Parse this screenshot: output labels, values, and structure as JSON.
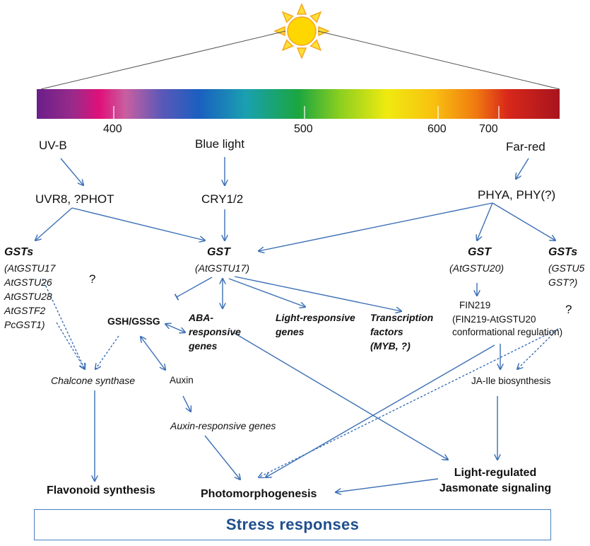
{
  "spectrum": {
    "ticks": [
      "400",
      "500",
      "600",
      "700"
    ]
  },
  "light": {
    "uvb": "UV-B",
    "blue": "Blue light",
    "farred": "Far-red"
  },
  "receptors": {
    "uvr8": "UVR8, ?PHOT",
    "cry": "CRY1/2",
    "phy": "PHYA, PHY(?)"
  },
  "gst_left": {
    "title": "GSTs",
    "genes": [
      "(AtGSTU17",
      "AtGSTU26",
      "AtGSTU28",
      "AtGSTF2",
      "PcGST1)"
    ]
  },
  "gst_center": {
    "title": "GST",
    "sub": "(AtGSTU17)"
  },
  "gst_right1": {
    "title": "GST",
    "sub": "(AtGSTU20)"
  },
  "gst_right2": {
    "title": "GSTs",
    "sub1": "(GSTU5",
    "sub2": "GST?)"
  },
  "question_marks": [
    "?",
    "?"
  ],
  "nodes": {
    "gsh": "GSH/GSSG",
    "aba": [
      "ABA-",
      "responsive",
      "genes"
    ],
    "light_resp": [
      "Light-responsive",
      "genes"
    ],
    "tf": [
      "Transcription",
      "factors",
      "(MYB, ?)"
    ],
    "fin219": "FIN219",
    "fin219_note": [
      "(FIN219-AtGSTU20",
      "conformational regulation)"
    ],
    "chalcone": "Chalcone synthase",
    "auxin": "Auxin",
    "auxin_resp": "Auxin-responsive genes",
    "ja": "JA-Ile biosynthesis"
  },
  "outputs": {
    "flavonoid": "Flavonoid synthesis",
    "photomorph": "Photomorphogenesis",
    "jasmonate": [
      "Light-regulated",
      "Jasmonate signaling"
    ]
  },
  "stress": "Stress responses",
  "colors": {
    "arrow": "#3b6fb5",
    "stress_text": "#1f4e8c",
    "sun": "#ffd700",
    "sun_rays": "#f5a623"
  }
}
